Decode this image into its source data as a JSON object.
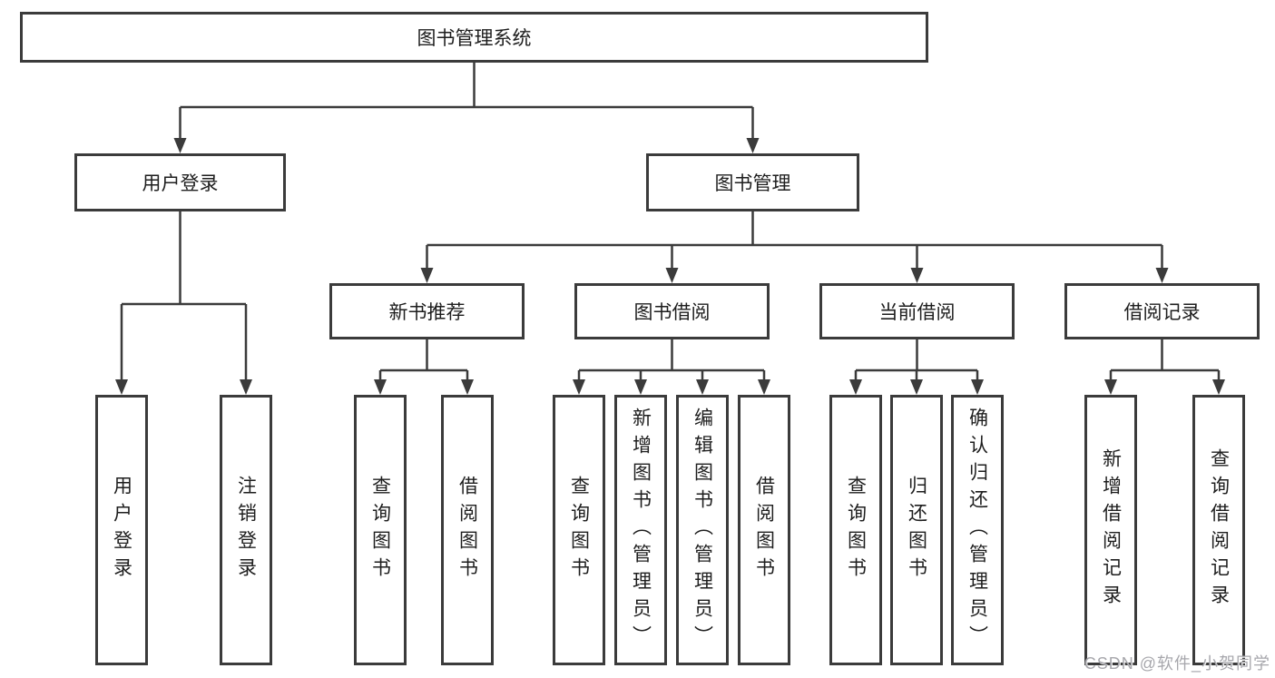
{
  "diagram": {
    "root": {
      "label": "图书管理系统"
    },
    "branches": [
      {
        "label": "用户登录",
        "children": [
          {
            "label": "用户登录"
          },
          {
            "label": "注销登录"
          }
        ]
      },
      {
        "label": "图书管理",
        "children": [
          {
            "label": "新书推荐",
            "children": [
              {
                "label": "查询图书"
              },
              {
                "label": "借阅图书"
              }
            ]
          },
          {
            "label": "图书借阅",
            "children": [
              {
                "label": "查询图书"
              },
              {
                "label": "新增图书（管理员）"
              },
              {
                "label": "编辑图书（管理员）"
              },
              {
                "label": "借阅图书"
              }
            ]
          },
          {
            "label": "当前借阅",
            "children": [
              {
                "label": "查询图书"
              },
              {
                "label": "归还图书"
              },
              {
                "label": "确认归还（管理员）"
              }
            ]
          },
          {
            "label": "借阅记录",
            "children": [
              {
                "label": "新增借阅记录"
              },
              {
                "label": "查询借阅记录"
              }
            ]
          }
        ]
      }
    ]
  },
  "watermark": "CSDN @软件_小贺同学",
  "colors": {
    "line": "#3b3b3b",
    "box_border": "#3b3b3b",
    "text": "#1e1e1e",
    "watermark": "#a7a7ac",
    "background": "#ffffff"
  }
}
